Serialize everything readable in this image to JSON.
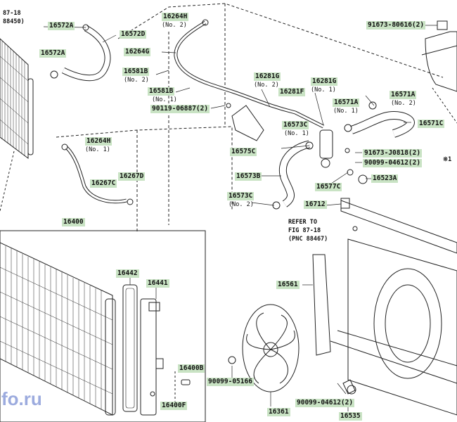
{
  "labels": {
    "p16572a_top": "16572A",
    "p16572d": "16572D",
    "p16572a_left": "16572A",
    "p16264h_top": "16264H",
    "p16264h_top_note": "(No. 2)",
    "p16264g": "16264G",
    "p16581b_a": "16581B",
    "p16581b_a_note": "(No. 2)",
    "p16581b_b": "16581B",
    "p16581b_b_note": "(No. 1)",
    "p90119": "90119-06887(2)",
    "p16281g_a": "16281G",
    "p16281g_a_note": "(No. 2)",
    "p16281g_b": "16281G",
    "p16281g_b_note": "(No. 1)",
    "p16281f": "16281F",
    "p91673_80616": "91673-80616(2)",
    "p16571a_top": "16571A",
    "p16571a_top_note": "(No. 2)",
    "p16571a_mid": "16571A",
    "p16571a_mid_note": "(No. 1)",
    "p16571c": "16571C",
    "p16573c_a": "16573C",
    "p16573c_a_note": "(No. 1)",
    "p16575c": "16575C",
    "p16264h_mid": "16264H",
    "p16264h_mid_note": "(No. 1)",
    "p91673_j0818": "91673-J0818(2)",
    "p90099_04612_a": "90099-04612(2)",
    "p16573b": "16573B",
    "p16267c": "16267C",
    "p16267d": "16267D",
    "p16577c": "16577C",
    "p16523a": "16523A",
    "p16573c_b": "16573C",
    "p16573c_b_note": "(No. 2)",
    "p16712": "16712",
    "p16400": "16400",
    "p16561": "16561",
    "p16442": "16442",
    "p16441": "16441",
    "p16400b": "16400B",
    "p16400f": "16400F",
    "p90099_05166": "90099-05166",
    "p16361": "16361",
    "p90099_04612_b": "90099-04612(2)",
    "p16535": "16535"
  },
  "notes": {
    "refer_line1": "REFER TO",
    "refer_line2": "FIG 87-18",
    "refer_line3": "(PNC 88467)",
    "topleft_line1": "87-18",
    "topleft_line2": "88450)",
    "right_mark": "※1",
    "watermark": "fo.ru"
  }
}
